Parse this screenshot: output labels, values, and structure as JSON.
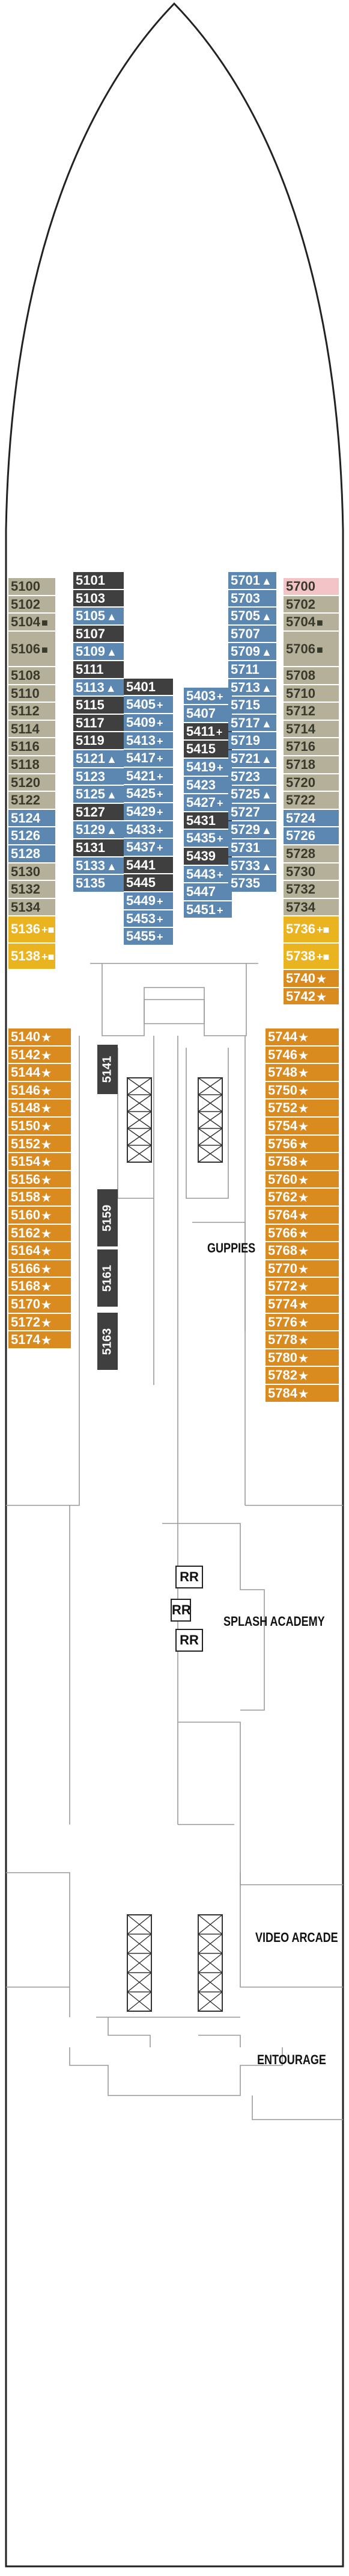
{
  "colors": {
    "tan": "#b5b09a",
    "blue": "#5b87b0",
    "dark": "#3f3f3f",
    "orange": "#d98b1f",
    "yellow": "#eab320",
    "pink": "#f2c4c8",
    "line": "#333333"
  },
  "rooms": {
    "guppies": "GUPPIES",
    "splash_academy": "SPLASH ACADEMY",
    "video_arcade": "VIDEO ARCADE",
    "entourage": "ENTOURAGE",
    "rr": [
      "RR",
      "RR",
      "RR"
    ]
  },
  "vertical_cabins": [
    "5141",
    "5159",
    "5161",
    "5163"
  ],
  "columns": [
    {
      "col": 0,
      "start": 0,
      "cabins": [
        {
          "n": "5100",
          "c": "tan"
        },
        {
          "n": "5102",
          "c": "tan"
        },
        {
          "n": "5104",
          "c": "tan",
          "s": "■"
        },
        {
          "n": "5106",
          "c": "tan",
          "s": "■",
          "h": 2
        },
        {
          "n": "5108",
          "c": "tan"
        },
        {
          "n": "5110",
          "c": "tan"
        },
        {
          "n": "5112",
          "c": "tan"
        },
        {
          "n": "5114",
          "c": "tan"
        },
        {
          "n": "5116",
          "c": "tan"
        },
        {
          "n": "5118",
          "c": "tan"
        },
        {
          "n": "5120",
          "c": "tan"
        },
        {
          "n": "5122",
          "c": "tan"
        },
        {
          "n": "5124",
          "c": "blue"
        },
        {
          "n": "5126",
          "c": "blue"
        },
        {
          "n": "5128",
          "c": "blue"
        },
        {
          "n": "5130",
          "c": "tan"
        },
        {
          "n": "5132",
          "c": "tan"
        },
        {
          "n": "5134",
          "c": "tan"
        },
        {
          "n": "5136",
          "c": "yellow",
          "s": "+■",
          "h": 1.5
        },
        {
          "n": "5138",
          "c": "yellow",
          "s": "+■",
          "h": 1.5
        }
      ]
    },
    {
      "col": 1,
      "start": 0,
      "cabins": [
        {
          "n": "5101",
          "c": "dark"
        },
        {
          "n": "5103",
          "c": "dark"
        },
        {
          "n": "5105",
          "c": "blue",
          "s": "▲"
        },
        {
          "n": "5107",
          "c": "dark"
        },
        {
          "n": "5109",
          "c": "blue",
          "s": "▲"
        },
        {
          "n": "5111",
          "c": "dark"
        },
        {
          "n": "5113",
          "c": "blue",
          "s": "▲"
        },
        {
          "n": "5115",
          "c": "dark"
        },
        {
          "n": "5117",
          "c": "dark"
        },
        {
          "n": "5119",
          "c": "dark"
        },
        {
          "n": "5121",
          "c": "blue",
          "s": "▲"
        },
        {
          "n": "5123",
          "c": "blue"
        },
        {
          "n": "5125",
          "c": "blue",
          "s": "▲"
        },
        {
          "n": "5127",
          "c": "dark"
        },
        {
          "n": "5129",
          "c": "blue",
          "s": "▲"
        },
        {
          "n": "5131",
          "c": "dark"
        },
        {
          "n": "5133",
          "c": "blue",
          "s": "▲"
        },
        {
          "n": "5135",
          "c": "blue"
        }
      ]
    },
    {
      "col": 2,
      "start": 3,
      "cabins": [
        {
          "n": "5401",
          "c": "dark"
        },
        {
          "n": "5405",
          "c": "blue",
          "s": "+"
        },
        {
          "n": "5409",
          "c": "blue",
          "s": "+"
        },
        {
          "n": "5413",
          "c": "blue",
          "s": "+"
        },
        {
          "n": "5417",
          "c": "blue",
          "s": "+"
        },
        {
          "n": "5421",
          "c": "blue",
          "s": "+"
        },
        {
          "n": "5425",
          "c": "blue",
          "s": "+"
        },
        {
          "n": "5429",
          "c": "blue",
          "s": "+"
        },
        {
          "n": "5433",
          "c": "blue",
          "s": "+"
        },
        {
          "n": "5437",
          "c": "blue",
          "s": "+"
        },
        {
          "n": "5441",
          "c": "dark"
        },
        {
          "n": "5445",
          "c": "dark"
        },
        {
          "n": "5449",
          "c": "blue",
          "s": "+"
        },
        {
          "n": "5453",
          "c": "blue",
          "s": "+"
        },
        {
          "n": "5455",
          "c": "blue",
          "s": "+"
        }
      ]
    },
    {
      "col": 3,
      "start": 3.5,
      "cabins": [
        {
          "n": "5403",
          "c": "blue",
          "s": "+"
        },
        {
          "n": "5407",
          "c": "blue"
        },
        {
          "n": "5411",
          "c": "dark",
          "s": "+"
        },
        {
          "n": "5415",
          "c": "dark"
        },
        {
          "n": "5419",
          "c": "blue",
          "s": "+"
        },
        {
          "n": "5423",
          "c": "blue"
        },
        {
          "n": "5427",
          "c": "blue",
          "s": "+"
        },
        {
          "n": "5431",
          "c": "dark"
        },
        {
          "n": "5435",
          "c": "blue",
          "s": "+"
        },
        {
          "n": "5439",
          "c": "dark"
        },
        {
          "n": "5443",
          "c": "blue",
          "s": "+"
        },
        {
          "n": "5447",
          "c": "blue"
        },
        {
          "n": "5451",
          "c": "blue",
          "s": "+"
        }
      ]
    },
    {
      "col": 4,
      "start": 0,
      "cabins": [
        {
          "n": "5701",
          "c": "blue",
          "s": "▲"
        },
        {
          "n": "5703",
          "c": "blue"
        },
        {
          "n": "5705",
          "c": "blue",
          "s": "▲"
        },
        {
          "n": "5707",
          "c": "blue"
        },
        {
          "n": "5709",
          "c": "blue",
          "s": "▲"
        },
        {
          "n": "5711",
          "c": "blue"
        },
        {
          "n": "5713",
          "c": "blue",
          "s": "▲"
        },
        {
          "n": "5715",
          "c": "blue"
        },
        {
          "n": "5717",
          "c": "blue",
          "s": "▲"
        },
        {
          "n": "5719",
          "c": "blue"
        },
        {
          "n": "5721",
          "c": "blue",
          "s": "▲"
        },
        {
          "n": "5723",
          "c": "blue"
        },
        {
          "n": "5725",
          "c": "blue",
          "s": "▲"
        },
        {
          "n": "5727",
          "c": "blue"
        },
        {
          "n": "5729",
          "c": "blue",
          "s": "▲"
        },
        {
          "n": "5731",
          "c": "blue"
        },
        {
          "n": "5733",
          "c": "blue",
          "s": "▲"
        },
        {
          "n": "5735",
          "c": "blue"
        }
      ]
    },
    {
      "col": 5,
      "start": 0,
      "cabins": [
        {
          "n": "5700",
          "c": "pink"
        },
        {
          "n": "5702",
          "c": "tan"
        },
        {
          "n": "5704",
          "c": "tan",
          "s": "■"
        },
        {
          "n": "5706",
          "c": "tan",
          "s": "■",
          "h": 2
        },
        {
          "n": "5708",
          "c": "tan"
        },
        {
          "n": "5710",
          "c": "tan"
        },
        {
          "n": "5712",
          "c": "tan"
        },
        {
          "n": "5714",
          "c": "tan"
        },
        {
          "n": "5716",
          "c": "tan"
        },
        {
          "n": "5718",
          "c": "tan"
        },
        {
          "n": "5720",
          "c": "tan"
        },
        {
          "n": "5722",
          "c": "tan"
        },
        {
          "n": "5724",
          "c": "blue"
        },
        {
          "n": "5726",
          "c": "blue"
        },
        {
          "n": "5728",
          "c": "tan"
        },
        {
          "n": "5730",
          "c": "tan"
        },
        {
          "n": "5732",
          "c": "tan"
        },
        {
          "n": "5734",
          "c": "tan"
        },
        {
          "n": "5736",
          "c": "yellow",
          "s": "+■",
          "h": 1.5
        },
        {
          "n": "5738",
          "c": "yellow",
          "s": "+■",
          "h": 1.5
        },
        {
          "n": "5740",
          "c": "orange",
          "s": "★"
        },
        {
          "n": "5742",
          "c": "orange",
          "s": "★"
        }
      ]
    },
    {
      "col": 6,
      "start": 0,
      "cabins": [
        {
          "n": "5140",
          "c": "orange",
          "s": "★"
        },
        {
          "n": "5142",
          "c": "orange",
          "s": "★"
        },
        {
          "n": "5144",
          "c": "orange",
          "s": "★"
        },
        {
          "n": "5146",
          "c": "orange",
          "s": "★"
        },
        {
          "n": "5148",
          "c": "orange",
          "s": "★"
        },
        {
          "n": "5150",
          "c": "orange",
          "s": "★"
        },
        {
          "n": "5152",
          "c": "orange",
          "s": "★"
        },
        {
          "n": "5154",
          "c": "orange",
          "s": "★"
        },
        {
          "n": "5156",
          "c": "orange",
          "s": "★"
        },
        {
          "n": "5158",
          "c": "orange",
          "s": "★"
        },
        {
          "n": "5160",
          "c": "orange",
          "s": "★"
        },
        {
          "n": "5162",
          "c": "orange",
          "s": "★"
        },
        {
          "n": "5164",
          "c": "orange",
          "s": "★"
        },
        {
          "n": "5166",
          "c": "orange",
          "s": "★"
        },
        {
          "n": "5168",
          "c": "orange",
          "s": "★"
        },
        {
          "n": "5170",
          "c": "orange",
          "s": "★"
        },
        {
          "n": "5172",
          "c": "orange",
          "s": "★"
        },
        {
          "n": "5174",
          "c": "orange",
          "s": "★"
        }
      ]
    },
    {
      "col": 7,
      "start": 0,
      "cabins": [
        {
          "n": "5744",
          "c": "orange",
          "s": "★"
        },
        {
          "n": "5746",
          "c": "orange",
          "s": "★"
        },
        {
          "n": "5748",
          "c": "orange",
          "s": "★"
        },
        {
          "n": "5750",
          "c": "orange",
          "s": "★"
        },
        {
          "n": "5752",
          "c": "orange",
          "s": "★"
        },
        {
          "n": "5754",
          "c": "orange",
          "s": "★"
        },
        {
          "n": "5756",
          "c": "orange",
          "s": "★"
        },
        {
          "n": "5758",
          "c": "orange",
          "s": "★"
        },
        {
          "n": "5760",
          "c": "orange",
          "s": "★"
        },
        {
          "n": "5762",
          "c": "orange",
          "s": "★"
        },
        {
          "n": "5764",
          "c": "orange",
          "s": "★"
        },
        {
          "n": "5766",
          "c": "orange",
          "s": "★"
        },
        {
          "n": "5768",
          "c": "orange",
          "s": "★"
        },
        {
          "n": "5770",
          "c": "orange",
          "s": "★"
        },
        {
          "n": "5772",
          "c": "orange",
          "s": "★"
        },
        {
          "n": "5774",
          "c": "orange",
          "s": "★"
        },
        {
          "n": "5776",
          "c": "orange",
          "s": "★"
        },
        {
          "n": "5778",
          "c": "orange",
          "s": "★"
        },
        {
          "n": "5780",
          "c": "orange",
          "s": "★"
        },
        {
          "n": "5782",
          "c": "orange",
          "s": "★"
        },
        {
          "n": "5784",
          "c": "orange",
          "s": "★"
        }
      ]
    }
  ]
}
